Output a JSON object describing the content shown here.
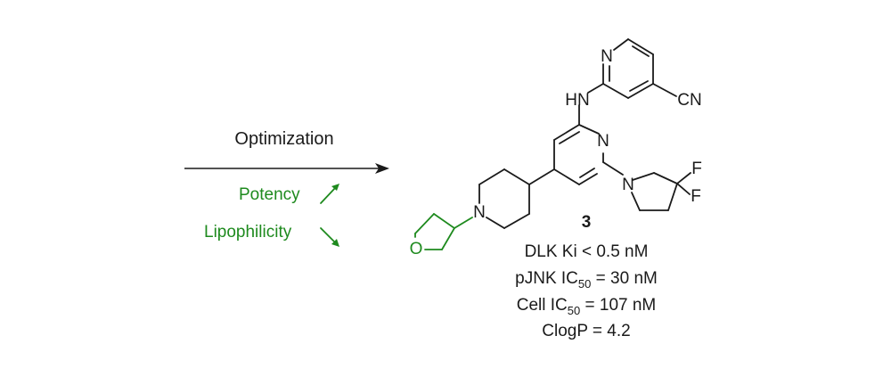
{
  "reaction": {
    "arrow_label": "Optimization",
    "notes": [
      {
        "text": "Potency",
        "trend": "up",
        "color": "#1e8a1e"
      },
      {
        "text": "Lipophilicity",
        "trend": "down",
        "color": "#1e8a1e"
      }
    ]
  },
  "compound": {
    "id": "3",
    "atoms": {
      "pyridine_n_top": "N",
      "amine_nh": "HN",
      "nitrile": "CN",
      "pyridine_n_core": "N",
      "pyrrolidine_n": "N",
      "fluorine_1": "F",
      "fluorine_2": "F",
      "piperidine_n": "N",
      "oxetane_o": "O"
    },
    "properties": [
      {
        "prefix": "DLK Ki < 0.5 nM",
        "sub": "",
        "suffix": ""
      },
      {
        "prefix": "pJNK IC",
        "sub": "50",
        "suffix": " = 30 nM"
      },
      {
        "prefix": "Cell IC",
        "sub": "50",
        "suffix": " = 107 nM"
      },
      {
        "prefix": "ClogP = 4.2",
        "sub": "",
        "suffix": ""
      }
    ]
  },
  "colors": {
    "ink": "#1a1a1a",
    "highlight": "#1e8a1e",
    "background": "#ffffff"
  }
}
